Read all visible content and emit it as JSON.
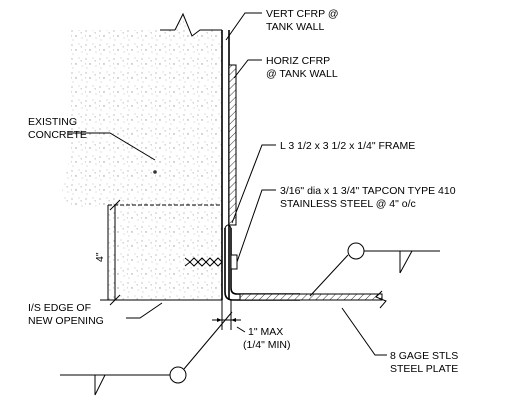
{
  "labels": {
    "vert_cfrp_line1": "VERT CFRP @",
    "vert_cfrp_line2": "TANK WALL",
    "horiz_cfrp_line1": "HORIZ CFRP",
    "horiz_cfrp_line2": "@ TANK WALL",
    "existing_line1": "EXISTING",
    "existing_line2": "CONCRETE",
    "frame": "L 3 1/2 x 3 1/2 x 1/4\" FRAME",
    "tapcon_line1": "3/16\" dia x 1 3/4\" TAPCON TYPE 410",
    "tapcon_line2": "STAINLESS STEEL @ 4\" o/c",
    "edge_line1": "I/S EDGE OF",
    "edge_line2": "NEW OPENING",
    "gap_line1": "1\" MAX",
    "gap_line2": "(1/4\" MIN)",
    "plate_line1": "8 GAGE STLS",
    "plate_line2": "STEEL PLATE"
  },
  "dimensions": {
    "bolt_spacing": "4\""
  }
}
